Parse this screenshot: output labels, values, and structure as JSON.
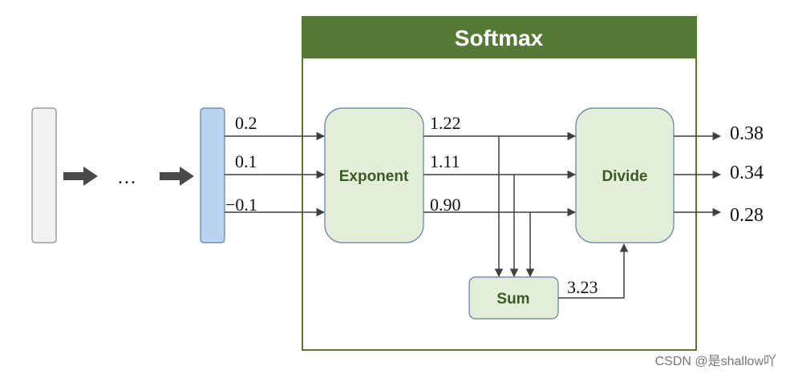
{
  "softmax": {
    "title": "Softmax",
    "header_color": "#557a35",
    "border_color": "#557a35"
  },
  "prev_layer": {
    "ellipsis": "…",
    "fill_color": "#f2f2f2"
  },
  "logits": {
    "bar_color": "#bcd3ef",
    "values": [
      "0.2",
      "0.1",
      "−0.1"
    ]
  },
  "exponent": {
    "label": "Exponent",
    "fill_color": "#e3eed8",
    "outputs": [
      "1.22",
      "1.11",
      "0.90"
    ]
  },
  "sum": {
    "label": "Sum",
    "result": "3.23"
  },
  "divide": {
    "label": "Divide",
    "outputs": [
      "0.38",
      "0.34",
      "0.28"
    ]
  },
  "watermark": "CSDN @是shallow吖"
}
